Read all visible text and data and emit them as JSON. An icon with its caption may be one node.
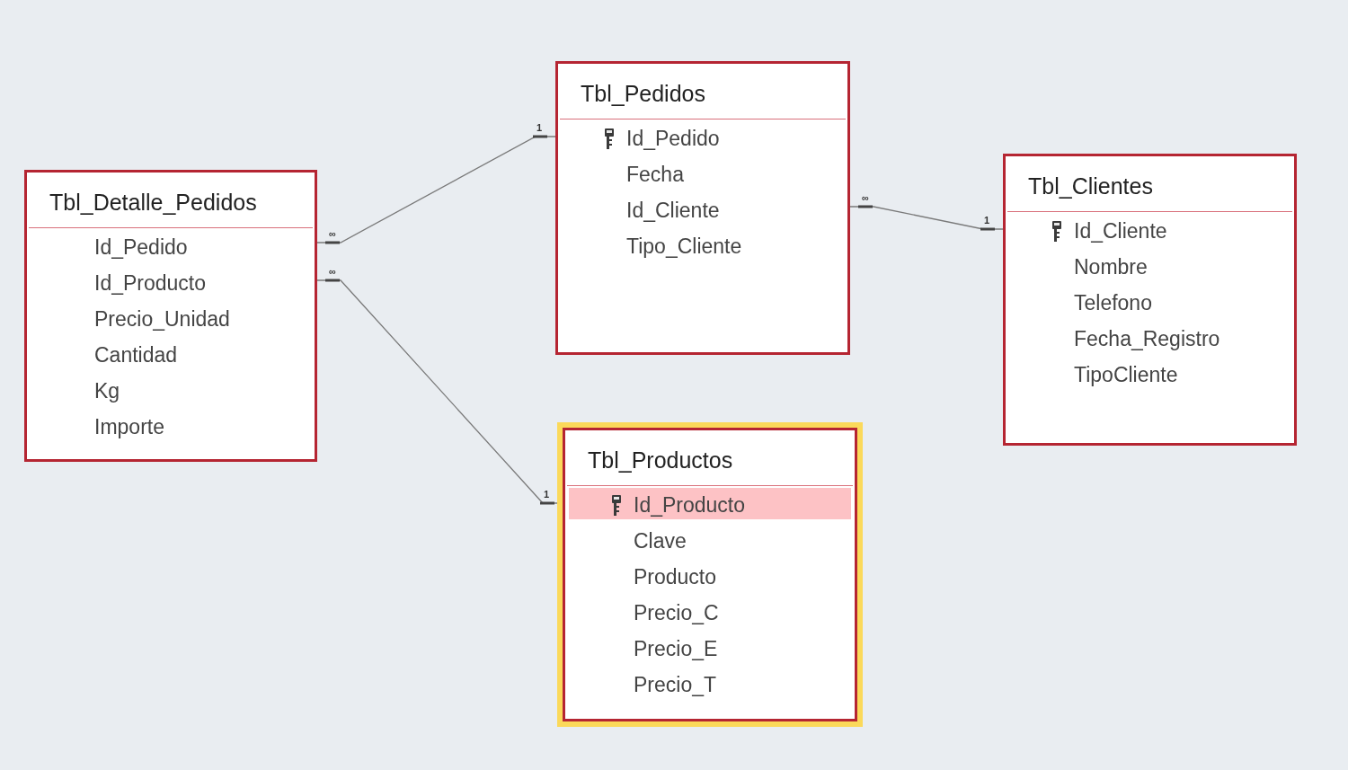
{
  "diagram": {
    "nodes": [
      {
        "text": [
          "Tbl_Detalle_Pedidos",
          "Id_Pedido",
          "Id_Producto",
          "Precio_Unidad",
          "Cantidad",
          "Kg",
          "Importe"
        ]
      },
      {
        "text": [
          "Tbl_Pedidos",
          "Id_Pedido",
          "Fecha",
          "Id_Cliente",
          "Tipo_Cliente"
        ]
      },
      {
        "text": [
          "Tbl_Clientes",
          "Id_Cliente",
          "Nombre",
          "Telefono",
          "Fecha_Registro",
          "TipoCliente"
        ]
      },
      {
        "text": [
          "Tbl_Productos",
          "Id_Producto",
          "Clave",
          "Producto",
          "Precio_C",
          "Precio_E",
          "Precio_T"
        ]
      }
    ],
    "edges": [
      {
        "from": 0,
        "to": 1,
        "arrow": "other"
      },
      {
        "from": 1,
        "to": 2,
        "arrow": "other"
      },
      {
        "from": 0,
        "to": 3,
        "arrow": "other"
      }
    ],
    "labels": [
      "∞",
      "1",
      "∞",
      "1",
      "∞",
      "1"
    ]
  }
}
